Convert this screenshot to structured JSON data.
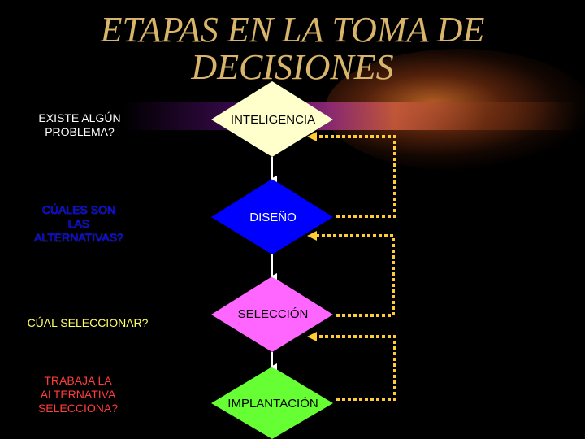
{
  "title": {
    "line1": "ETAPAS EN LA TOMA DE",
    "line2": "DECISIONES"
  },
  "questions": [
    {
      "line1": "EXISTE ALGÚN",
      "line2": "PROBLEMA?",
      "color": "#ffffff"
    },
    {
      "line1": "CÚALES SON",
      "line2": "LAS",
      "line3": "ALTERNATIVAS?",
      "color": "#0000ff"
    },
    {
      "line1": "CÚAL SELECCIONAR?",
      "color": "#ffff66"
    },
    {
      "line1": "TRABAJA LA",
      "line2": "ALTERNATIVA",
      "line3": "SELECCIONA?",
      "color": "#ff3c3c"
    }
  ],
  "stages": [
    {
      "label": "INTELIGENCIA",
      "color": "#ffffcc"
    },
    {
      "label": "DISEÑO",
      "color": "#0000ff"
    },
    {
      "label": "SELECCIÓN",
      "color": "#ff66ff"
    },
    {
      "label": "IMPLANTACIÓN",
      "color": "#66ff33"
    }
  ],
  "colors": {
    "feedback_arrow": "#ffcc33",
    "flow_arrow": "#ffffff",
    "title": "#d8b56a"
  }
}
